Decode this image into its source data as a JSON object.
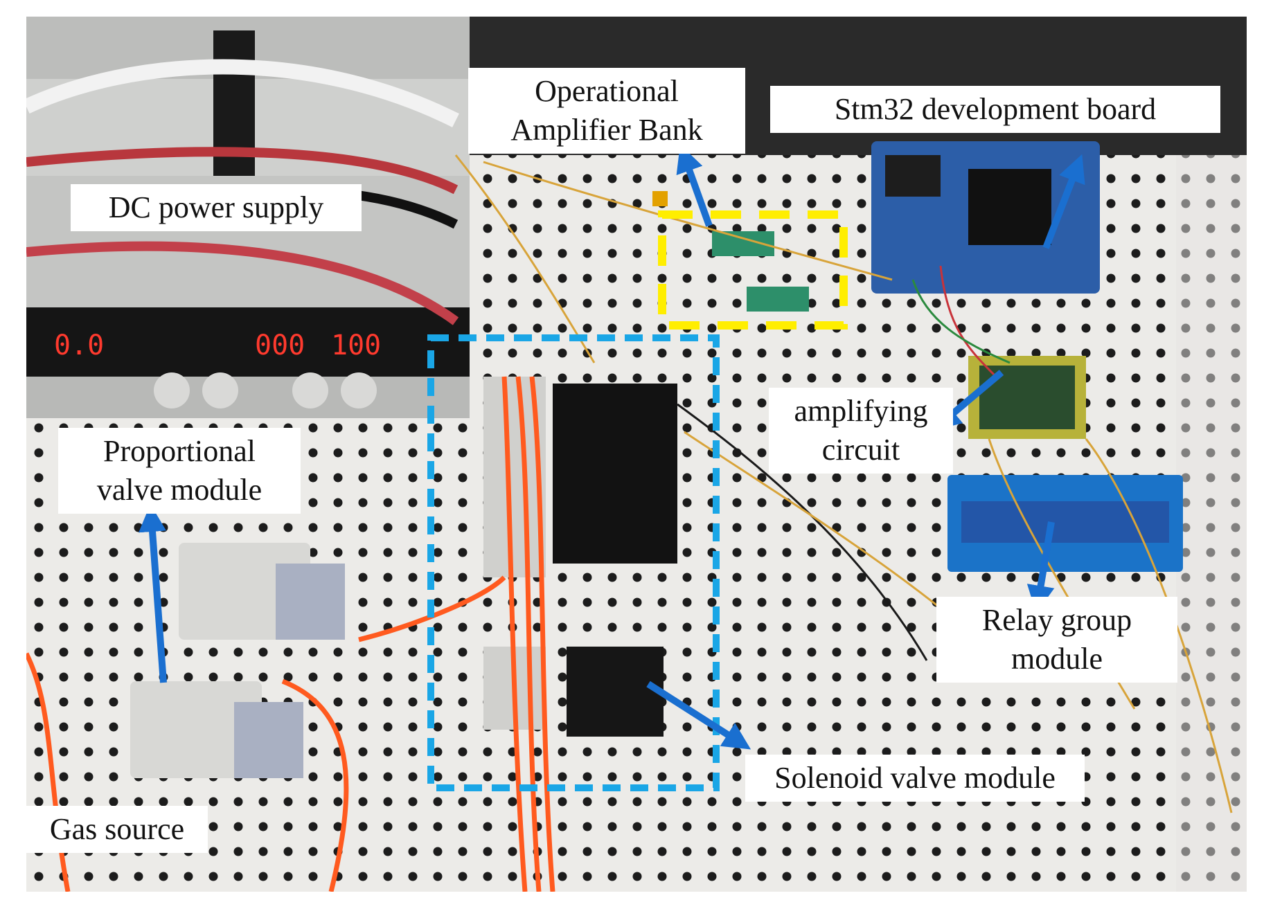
{
  "labels": {
    "op_amp_bank_line1": "Operational",
    "op_amp_bank_line2": "Amplifier Bank",
    "stm32_board": "Stm32 development board",
    "dc_power_supply": "DC power supply",
    "amplifying_line1": "amplifying",
    "amplifying_line2": "circuit",
    "proportional_line1": "Proportional",
    "proportional_line2": "valve module",
    "relay_line1": "Relay group",
    "relay_line2": "module",
    "solenoid_valve_module": "Solenoid valve module",
    "gas_source": "Gas source"
  },
  "power_supply_display": {
    "segment_1": "000",
    "segment_2": "100"
  },
  "colors": {
    "arrow": "#1a6fd0",
    "solenoid_box": "#1aa6e6",
    "op_amp_box": "#ffee00",
    "tubing": "#ff5a1f",
    "pegboard": "#ecebe8"
  }
}
